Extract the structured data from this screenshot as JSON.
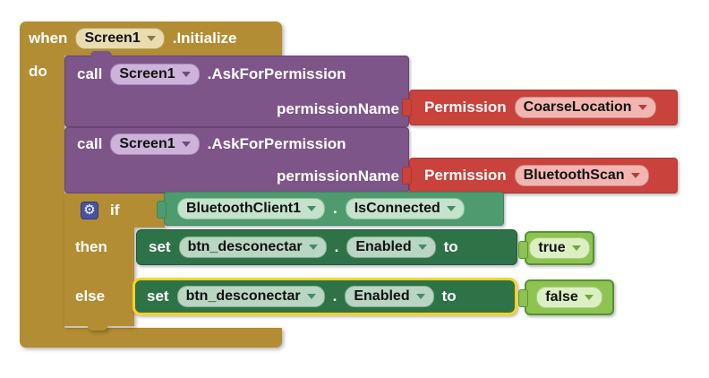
{
  "canvas": {
    "background": "#ffffff"
  },
  "colors": {
    "event_block_gold": "#B28D33",
    "method_call_purple": "#7D5589",
    "method_call_pill": "#CDB3DA",
    "permission_red": "#C9423C",
    "permission_pill": "#F2B6B2",
    "getter_green": "#4E9B70",
    "getter_pill": "#C4E2CC",
    "setter_dark_green": "#2E7348",
    "setter_pill": "#B9D6C2",
    "logic_lime": "#8FC351",
    "logic_pill": "#DCEFC3",
    "selection_outline_yellow": "#FFD21E",
    "gear_badge_blue": "#4952A3"
  },
  "event_block": {
    "when_label": "when",
    "component": "Screen1",
    "event_suffix": ".Initialize",
    "do_label": "do"
  },
  "call_blocks": [
    {
      "call_label": "call",
      "component": "Screen1",
      "method_suffix": ".AskForPermission",
      "param_label": "permissionName",
      "arg_prefix": "Permission",
      "arg_value": "CoarseLocation"
    },
    {
      "call_label": "call",
      "component": "Screen1",
      "method_suffix": ".AskForPermission",
      "param_label": "permissionName",
      "arg_prefix": "Permission",
      "arg_value": "BluetoothScan"
    }
  ],
  "if_block": {
    "gear_glyph": "⚙",
    "if_label": "if",
    "then_label": "then",
    "else_label": "else",
    "condition": {
      "component": "BluetoothClient1",
      "separator": ".",
      "property": "IsConnected"
    },
    "then_statement": {
      "set_label": "set",
      "component": "btn_desconectar",
      "separator": ".",
      "property": "Enabled",
      "to_label": "to",
      "value": "true"
    },
    "else_statement": {
      "set_label": "set",
      "component": "btn_desconectar",
      "separator": ".",
      "property": "Enabled",
      "to_label": "to",
      "value": "false"
    }
  }
}
